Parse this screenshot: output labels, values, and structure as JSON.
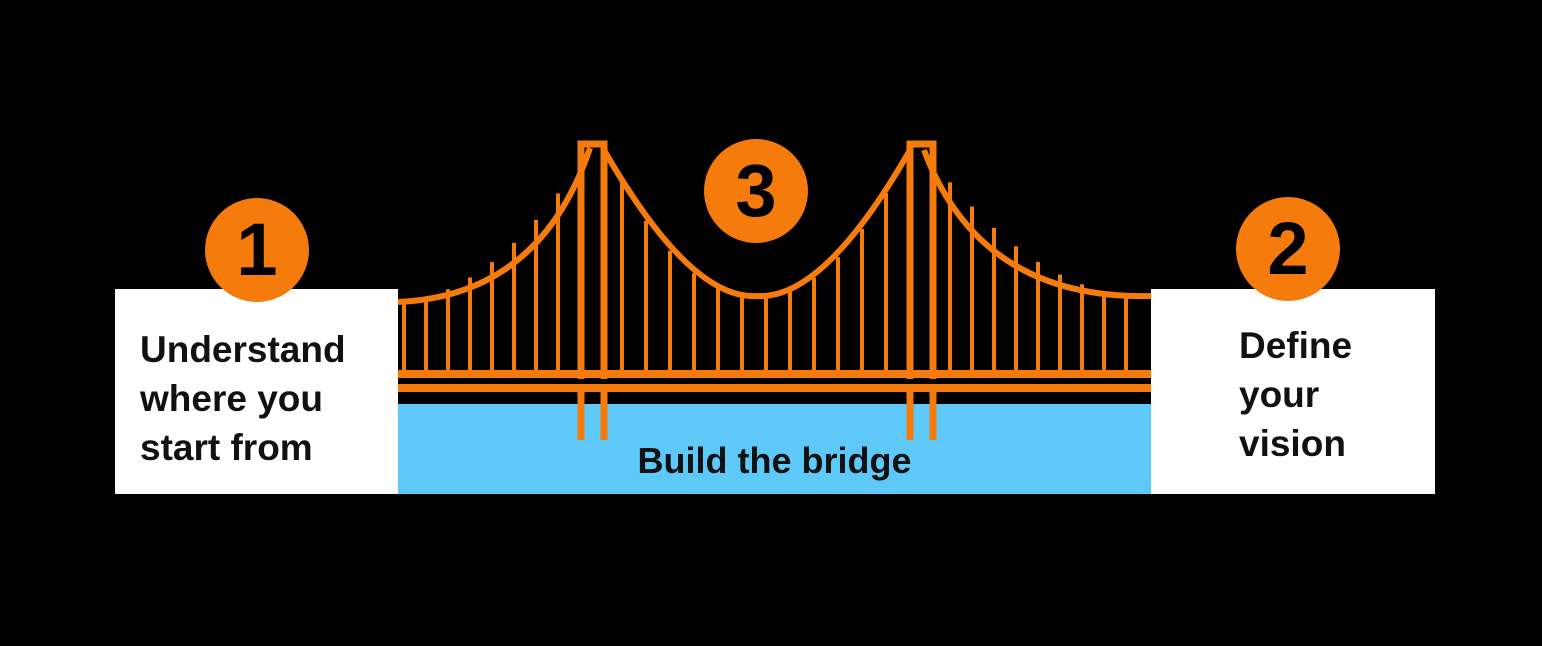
{
  "steps": [
    {
      "number": "1",
      "label": "Understand\nwhere you\nstart from"
    },
    {
      "number": "2",
      "label": "Define\nyour\nvision"
    },
    {
      "number": "3",
      "label": "Build the bridge"
    }
  ],
  "colors": {
    "background": "#000000",
    "bridge": "#f57b0c",
    "water": "#5ec8f9",
    "box": "#ffffff",
    "text": "#111111"
  }
}
